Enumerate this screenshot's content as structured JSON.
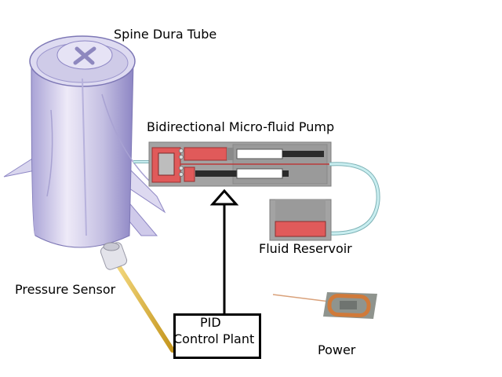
{
  "labels": {
    "spine": "Spine Dura Tube",
    "pump": "Bidirectional Micro-fluid Pump",
    "reservoir": "Fluid Reservoir",
    "sensor": "Pressure Sensor",
    "pid_line1": "PID",
    "pid_line2": "Control Plant",
    "power": "Power"
  },
  "colors": {
    "fluid_red": "#e05a5a",
    "housing_gray": "#9e9e9e",
    "tube_cyan": "#bfe3e6",
    "dura_lavender": "#c8c4e4",
    "sensor_gold": "#d9b23a",
    "coil_copper": "#d07a3a"
  }
}
